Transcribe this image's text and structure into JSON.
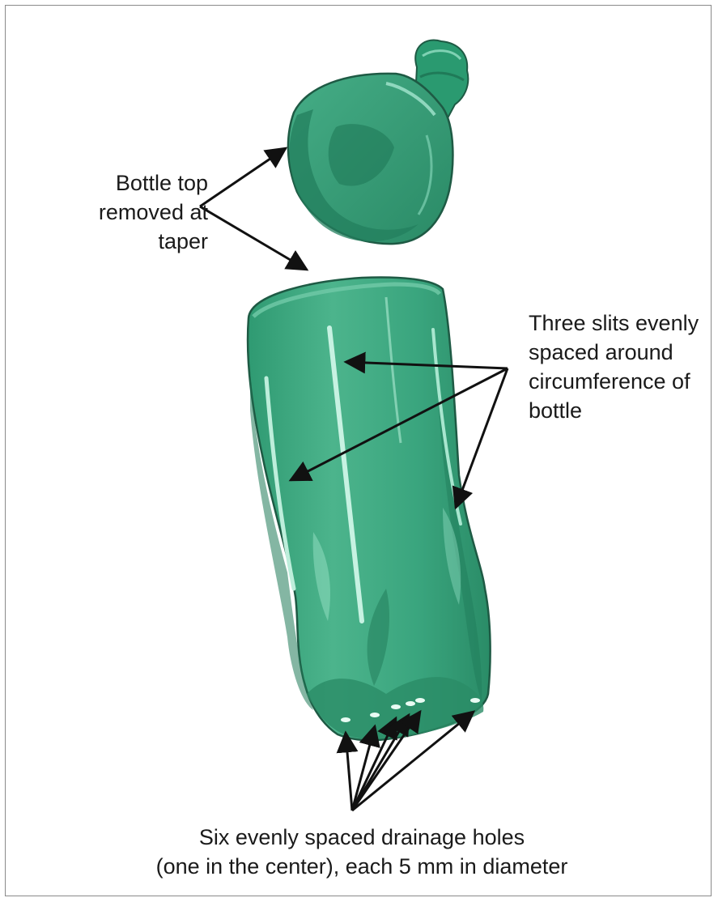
{
  "annotations": {
    "bottle_top": [
      "Bottle top",
      "removed at",
      "taper"
    ],
    "slits": [
      "Three slits evenly",
      "spaced around",
      "circumference of",
      "bottle"
    ],
    "drainage_holes": [
      "Six evenly spaced drainage holes",
      "(one in the center), each 5 mm in diameter"
    ]
  },
  "colors": {
    "bottle_green": "#3aa57e",
    "bottle_dark": "#1f7a58",
    "bottle_light": "#8fdcc0",
    "outline": "#1e5a44",
    "arrow": "#111111"
  }
}
